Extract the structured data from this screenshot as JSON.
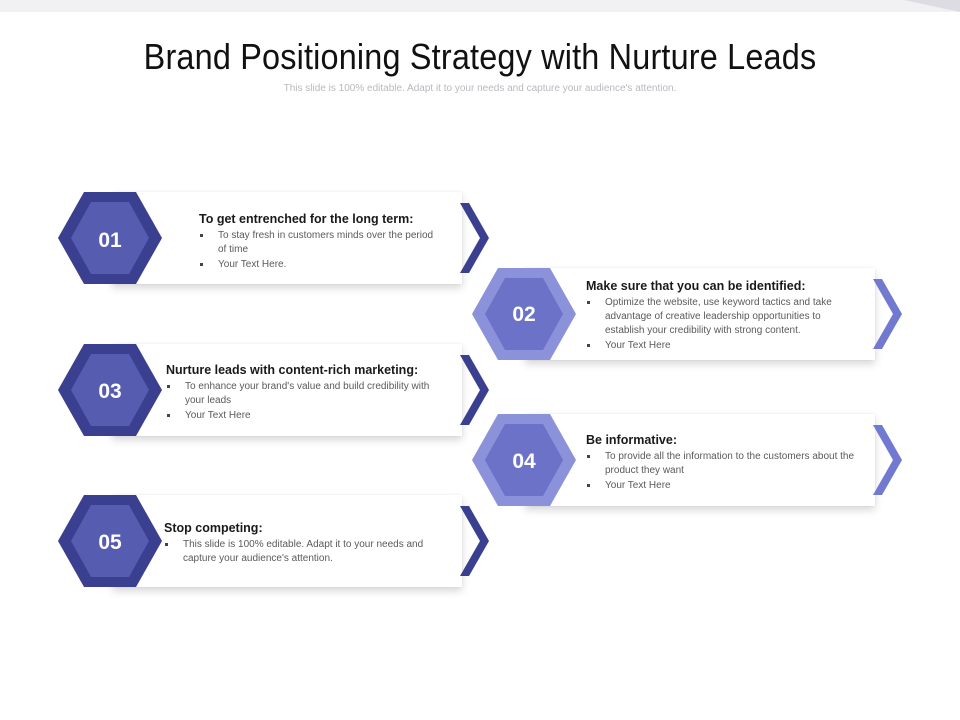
{
  "slide": {
    "title": "Brand Positioning Strategy with Nurture Leads",
    "subtitle": "This slide is 100% editable. Adapt it to your needs and capture your audience's attention."
  },
  "colors": {
    "dark_hex_outer": "#3a3f8f",
    "dark_hex_inner": "#565cb0",
    "light_hex_outer": "#8b92d9",
    "light_hex_inner": "#6b72c7",
    "chevron_dark": "#3a3f8f",
    "chevron_light": "#7279d0"
  },
  "items": [
    {
      "number": "01",
      "heading": "To get entrenched for the long term:",
      "bullets": [
        "To stay fresh in customers minds over the period of time",
        "Your Text Here."
      ],
      "icon": "hexagon-icon"
    },
    {
      "number": "02",
      "heading": "Make sure that you can be identified:",
      "bullets": [
        "Optimize the website, use keyword tactics and take advantage of creative leadership opportunities to establish your credibility with strong content.",
        "Your Text Here"
      ],
      "icon": "hexagon-icon"
    },
    {
      "number": "03",
      "heading": "Nurture leads with content-rich marketing:",
      "bullets": [
        "To enhance your brand's value and build credibility with your leads",
        "Your Text Here"
      ],
      "icon": "hexagon-icon"
    },
    {
      "number": "04",
      "heading": "Be informative:",
      "bullets": [
        "To provide all the information to the customers about the product they want",
        "Your Text Here"
      ],
      "icon": "hexagon-icon"
    },
    {
      "number": "05",
      "heading": "Stop competing:",
      "bullets": [
        "This slide is 100% editable. Adapt it to your needs and capture your audience's attention."
      ],
      "icon": "hexagon-icon"
    }
  ]
}
